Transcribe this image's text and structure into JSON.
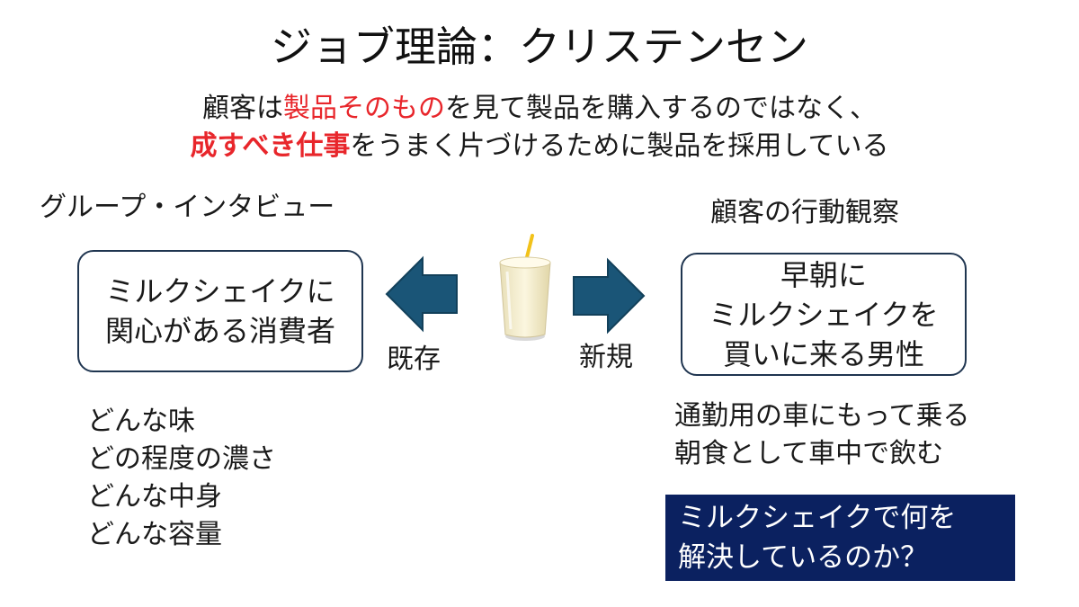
{
  "slide": {
    "title": "ジョブ理論：クリステンセン",
    "subtitle_line1": {
      "pre": "顧客は",
      "highlight": "製品そのもの",
      "post": "を見て製品を購入するのではなく、"
    },
    "subtitle_line2": {
      "highlight": "成すべき仕事",
      "post": "をうまく片づけるために製品を採用している"
    },
    "colors": {
      "highlight_red": "#e8262b",
      "arrow_blue": "#1a5577",
      "box_border": "#1f3550",
      "question_bg": "#0b2160"
    }
  },
  "left": {
    "heading": "グループ・インタビュー",
    "box_lines": [
      "ミルクシェイクに",
      "関心がある消費者"
    ],
    "arrow_label": "既存",
    "questions": [
      "どんな味",
      "どの程度の濃さ",
      "どんな中身",
      "どんな容量"
    ]
  },
  "center": {
    "image": "milkshake-glass-with-straw"
  },
  "right": {
    "heading": "顧客の行動観察",
    "box_lines": [
      "早朝に",
      "ミルクシェイクを",
      "買いに来る男性"
    ],
    "arrow_label": "新規",
    "observations": [
      "通勤用の車にもって乗る",
      "朝食として車中で飲む"
    ],
    "question_lines": [
      "ミルクシェイクで何を",
      "解決しているのか？"
    ]
  }
}
